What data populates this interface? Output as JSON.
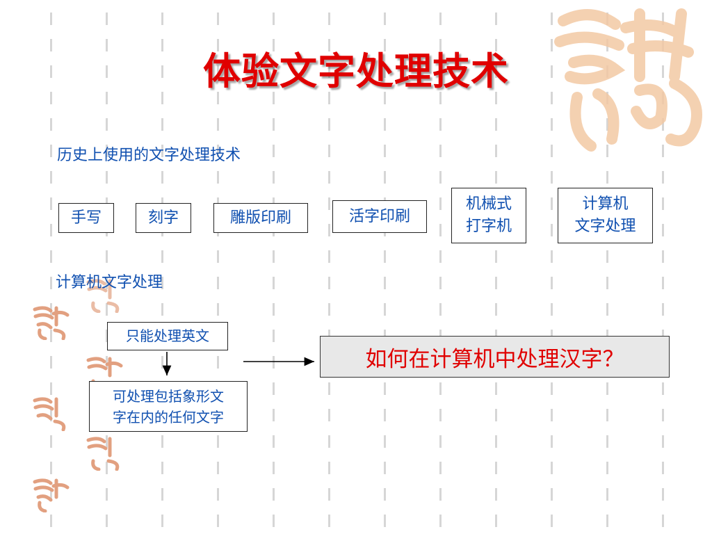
{
  "slide": {
    "title": "体验文字处理技术",
    "section_history": "历史上使用的文字处理技术",
    "history_items": [
      "手写",
      "刻字",
      "雕版印刷",
      "活字印刷",
      "机械式\n打字机",
      "计算机\n文字处理"
    ],
    "section_computer": "计算机文字处理",
    "flow_top": "只能处理英文",
    "flow_bottom": "可处理包括象形文\n字在内的任何文字",
    "question": "如何在计算机中处理汉字？"
  },
  "colors": {
    "title": "#e00000",
    "text_blue": "#1050b0",
    "question_bg": "#e8e8e8"
  },
  "decorations": {
    "seal": "auspicious-calligraphy-seal"
  }
}
